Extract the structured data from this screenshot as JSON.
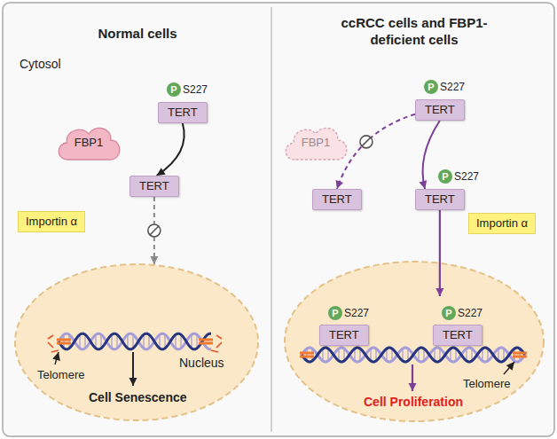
{
  "diagram": {
    "nodes": [
      {
        "text": [
          "TERT"
        ]
      },
      {
        "text": [
          "FBP1"
        ]
      },
      {
        "text": [
          "TERT"
        ]
      },
      {
        "text": [
          "Importin α"
        ]
      },
      {
        "text": [
          "Nucleus"
        ]
      },
      {
        "text": [
          "TERT"
        ]
      },
      {
        "text": [
          "FBP1"
        ]
      },
      {
        "text": [
          "TERT"
        ]
      },
      {
        "text": [
          "TERT"
        ]
      },
      {
        "text": [
          "Importin α"
        ]
      },
      {
        "text": [
          "TERT"
        ]
      },
      {
        "text": [
          "TERT"
        ]
      }
    ],
    "edges": [
      {
        "from": 0,
        "to": 2,
        "arrow": "to"
      },
      {
        "from": 2,
        "to": 4,
        "arrow": "to"
      },
      {
        "from": 5,
        "to": 7,
        "arrow": "to"
      },
      {
        "from": 5,
        "to": 8,
        "arrow": "to"
      }
    ],
    "labels": [
      "Normal cells",
      "ccRCC cells and FBP1-deficient cells",
      "Cytosol",
      "P",
      "S227",
      "P",
      "S227",
      "P",
      "S227",
      "P",
      "S227",
      "P",
      "S227",
      "Telomere",
      "Cell Senescence",
      "Telomere",
      "Cell Proliferation"
    ]
  }
}
